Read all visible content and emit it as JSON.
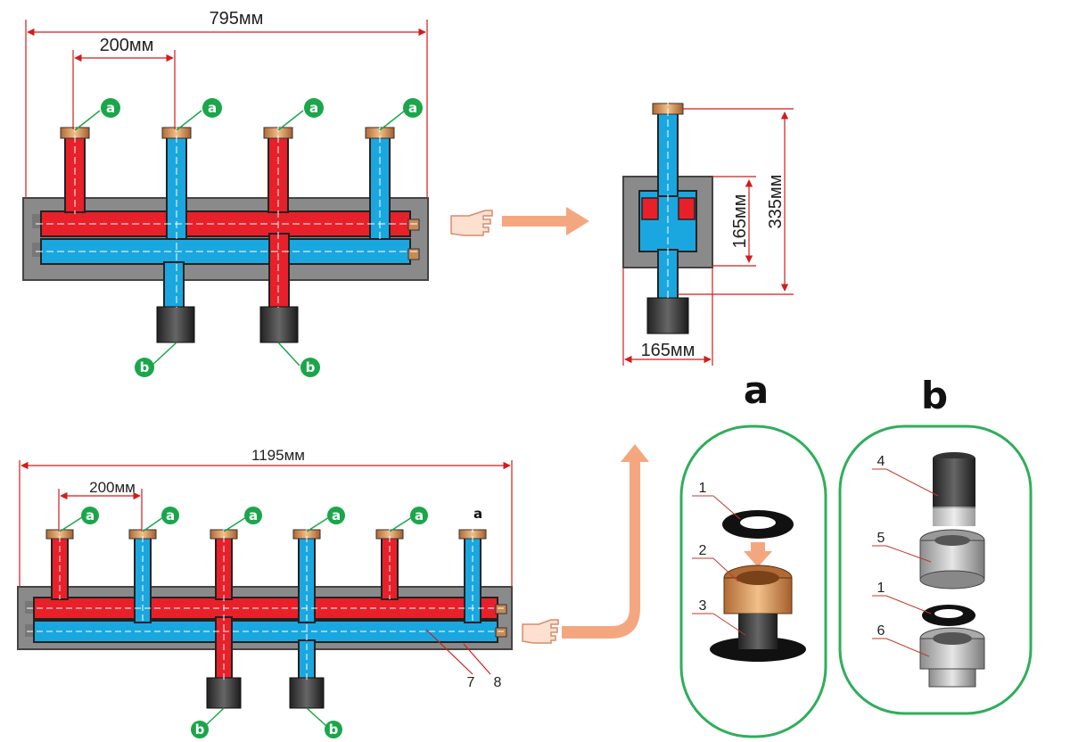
{
  "top_manifold": {
    "dim_total": "795мм",
    "dim_spacing": "200мм",
    "badge_top": "a",
    "badge_bottom": "b"
  },
  "side_view": {
    "dim_height_total": "335мм",
    "dim_height_body": "165мм",
    "dim_width": "165мм"
  },
  "bottom_manifold": {
    "dim_total": "1195мм",
    "dim_spacing": "200мм",
    "badge_top": "a",
    "badge_bottom": "b",
    "plain_label": "a",
    "callout_7": "7",
    "callout_8": "8"
  },
  "detail_a": {
    "title": "a",
    "callouts": [
      "1",
      "2",
      "3"
    ]
  },
  "detail_b": {
    "title": "b",
    "callouts": [
      "4",
      "5",
      "1",
      "6"
    ]
  },
  "colors": {
    "hot": "#e8202a",
    "cold": "#1aa7df",
    "insulation": "#8a8a8a",
    "badge": "#1aa64a",
    "arrow": "#f4a77f",
    "frame": "#2fae5a",
    "brass": "#c88a55"
  }
}
